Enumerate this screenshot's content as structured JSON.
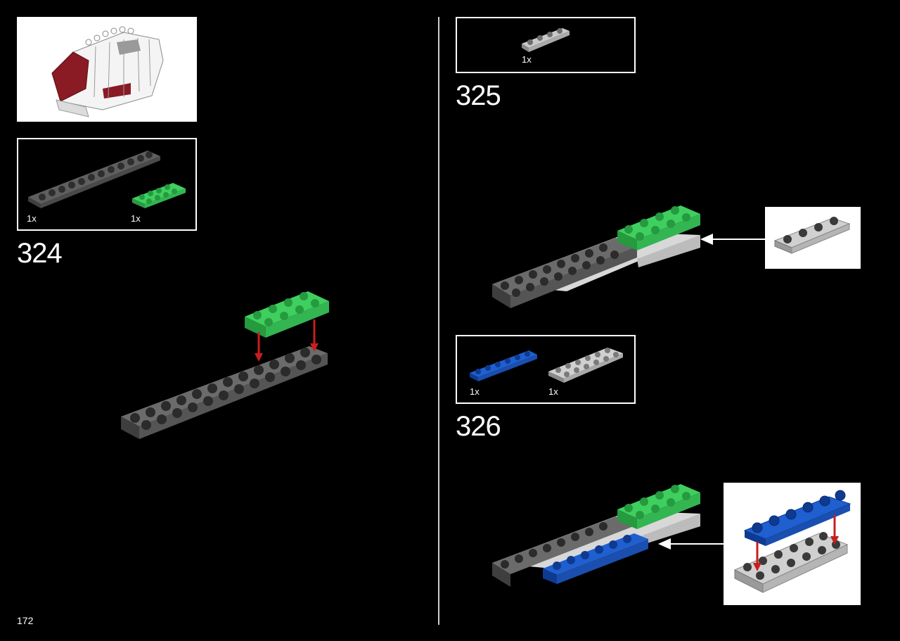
{
  "page": {
    "number": "172"
  },
  "steps": [
    {
      "id": "324",
      "number": "324",
      "parts": [
        {
          "qty": "1x"
        },
        {
          "qty": "1x"
        }
      ]
    },
    {
      "id": "325",
      "number": "325",
      "parts": [
        {
          "qty": "1x"
        }
      ]
    },
    {
      "id": "326",
      "number": "326",
      "parts": [
        {
          "qty": "1x"
        },
        {
          "qty": "1x"
        }
      ]
    }
  ],
  "colors": {
    "background": "#000000",
    "dark_gray": "#6b6b6b",
    "light_gray": "#c9c9c9",
    "green": "#3fcf5f",
    "blue": "#1f5fd0",
    "red_arrow": "#c81e1e",
    "dark_red": "#8a1a24",
    "white": "#ffffff"
  }
}
